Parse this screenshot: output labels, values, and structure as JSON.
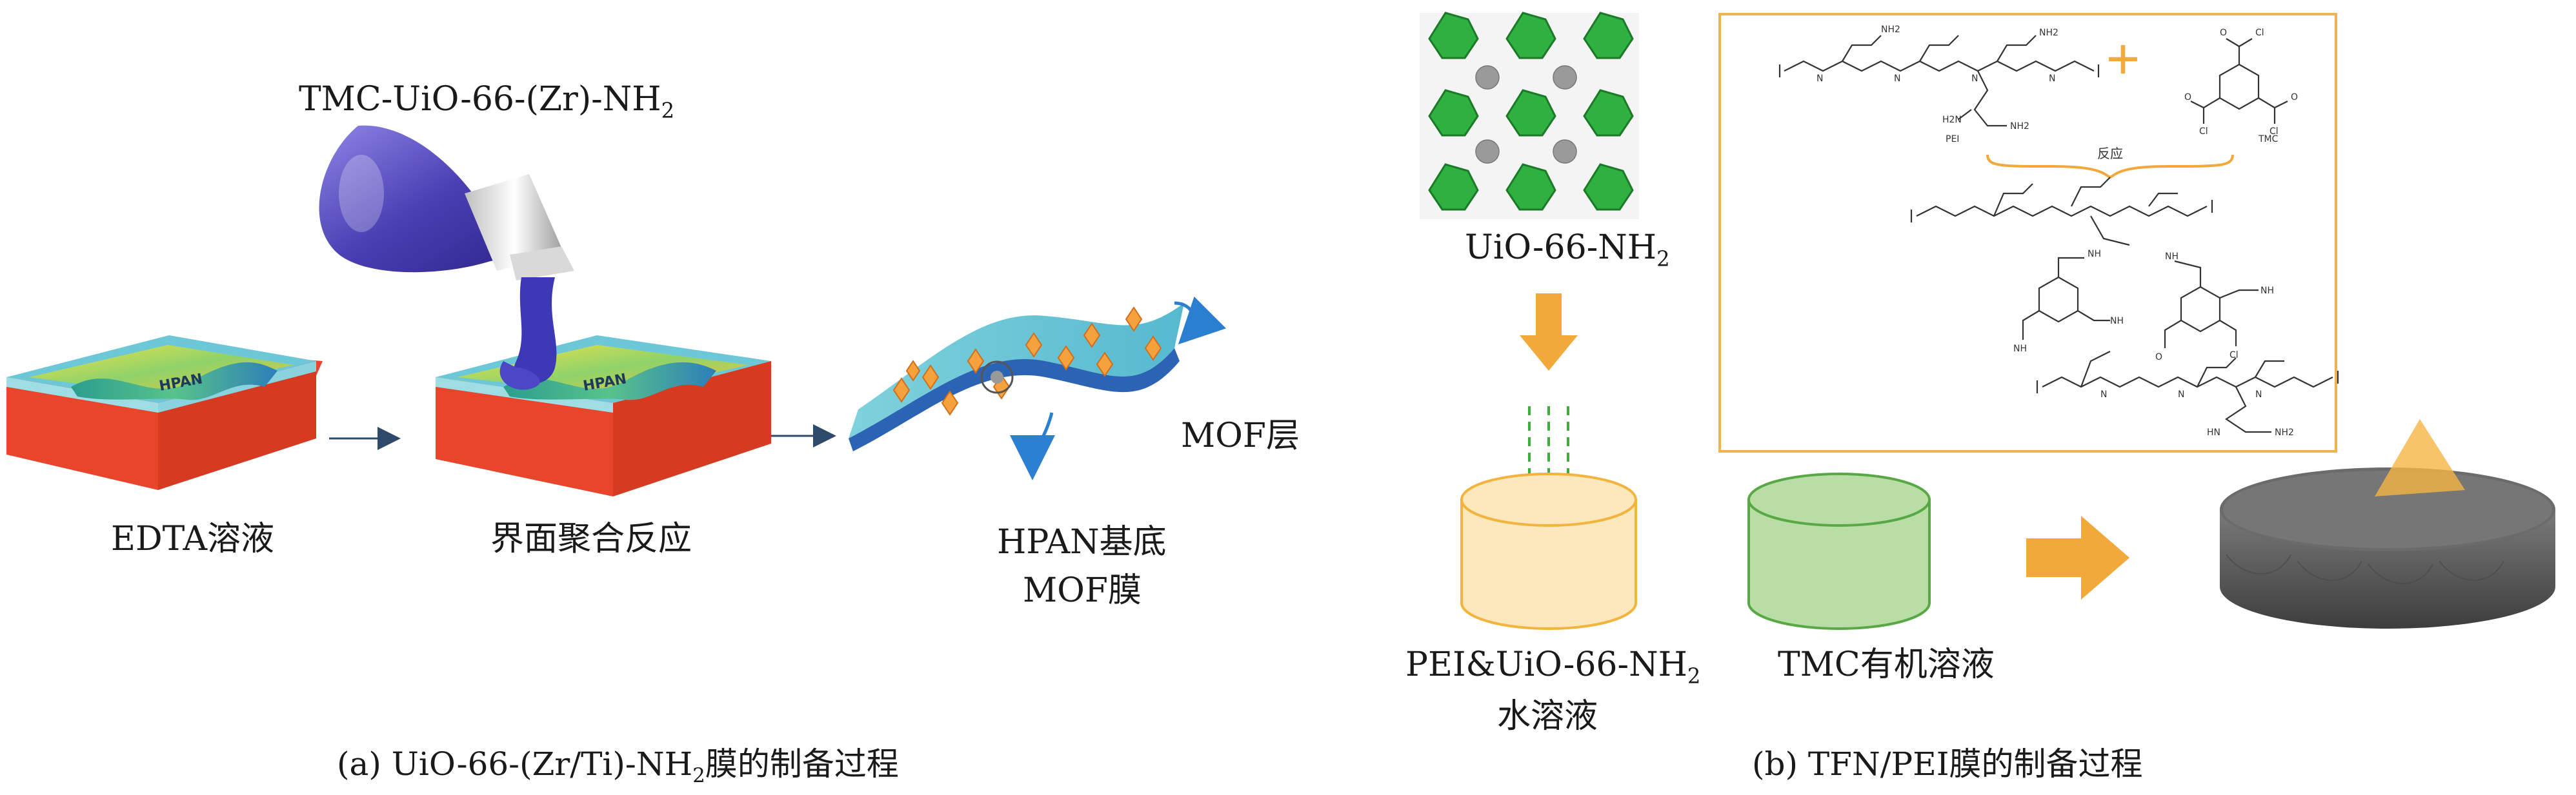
{
  "left_panel": {
    "caption": "(a) UiO-66-(Zr/Ti)-NH",
    "caption_sub": "2",
    "caption_tail": "膜的制备过程",
    "flask_label": "TMC-UiO-66-(Zr)-NH",
    "flask_label_sub": "2",
    "tray1_text": "HPAN",
    "tray2_text": "HPAN",
    "step1_label": "EDTA溶液",
    "step2_label": "界面聚合反应",
    "mof_layer_label": "MOF层",
    "substrate_label": "HPAN基底",
    "membrane_label": "MOF膜"
  },
  "right_panel": {
    "caption": "(b) TFN/PEI膜的制备过程",
    "crystal_label": "UiO-66-NH",
    "crystal_label_sub": "2",
    "cylinder1_label_line1": "PEI&UiO-66-NH",
    "cylinder1_label_sub": "2",
    "cylinder1_label_line2": "水溶液",
    "cylinder2_label": "TMC有机溶液",
    "reaction_box": {
      "plus": "+",
      "reactant1": "PEI",
      "reactant2": "TMC",
      "brace_label": "反应",
      "atoms": {
        "N": "N",
        "NH": "NH",
        "NH2": "NH2",
        "H2N": "H2N",
        "Cl": "Cl",
        "O": "O",
        "HN": "HN"
      }
    }
  },
  "colors": {
    "tray_red": "#e8452a",
    "tray_teal": "#5fc6d4",
    "arrow_orange": "#f2a93b",
    "box_border": "#f0b252",
    "cyl_yellow_fill": "#fde8bd",
    "cyl_yellow_stroke": "#f3b43d",
    "cyl_green_fill": "#b9dea5",
    "cyl_green_stroke": "#58a845",
    "crystal_green": "#2fb040",
    "flask_blue": "#4a3fb3",
    "dash_green": "#3fae3a",
    "membrane_gray": "#5b5b5b"
  }
}
